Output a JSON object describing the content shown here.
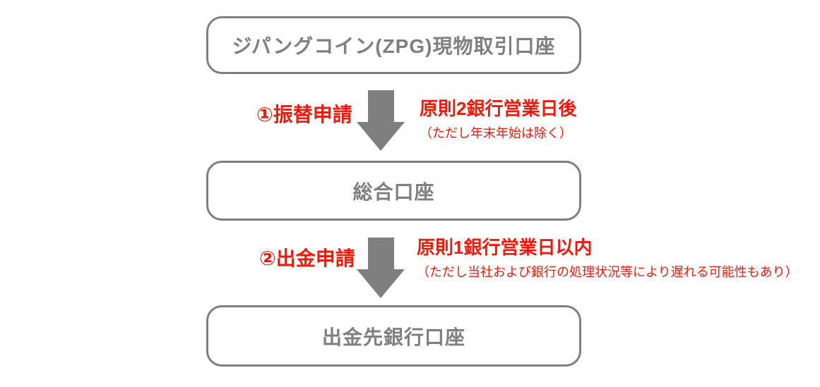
{
  "diagram": {
    "colors": {
      "gray": "#7f7f7f",
      "red": "#f01a0c",
      "background": "#ffffff"
    },
    "nodes": [
      {
        "id": "zpg-spot-trading-account",
        "label": "ジパングコイン(ZPG)現物取引口座"
      },
      {
        "id": "general-account",
        "label": "総合口座"
      },
      {
        "id": "withdrawal-bank-account",
        "label": "出金先銀行口座"
      }
    ],
    "steps": [
      {
        "label": "①振替申請",
        "duration": "原則2銀行営業日後",
        "note": "（ただし年末年始は除く）",
        "arrow_icon": "down-arrow-icon"
      },
      {
        "label": "②出金申請",
        "duration": "原則1銀行営業日以内",
        "note": "（ただし当社および銀行の処理状況等により遅れる可能性もあり）",
        "arrow_icon": "down-arrow-icon"
      }
    ]
  }
}
